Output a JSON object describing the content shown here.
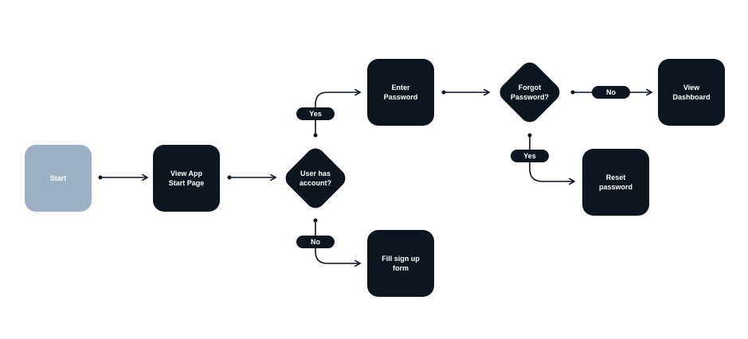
{
  "nodes": {
    "start": "Start",
    "view_app": "View App\nStart Page",
    "user_has_account": "User has\naccount?",
    "enter_password": "Enter\nPassword",
    "forgot_password": "Forgot\nPassword?",
    "view_dashboard": "View\nDashboard",
    "reset_password": "Reset\npassword",
    "fill_signup": "Fill sign up\nform"
  },
  "edge_labels": {
    "yes_account": "Yes",
    "no_account": "No",
    "no_forgot": "No",
    "yes_forgot": "Yes"
  },
  "colors": {
    "node": "#0c1520",
    "start_node": "#9db0c6",
    "connector": "#0c1520",
    "background": "#ffffff"
  }
}
